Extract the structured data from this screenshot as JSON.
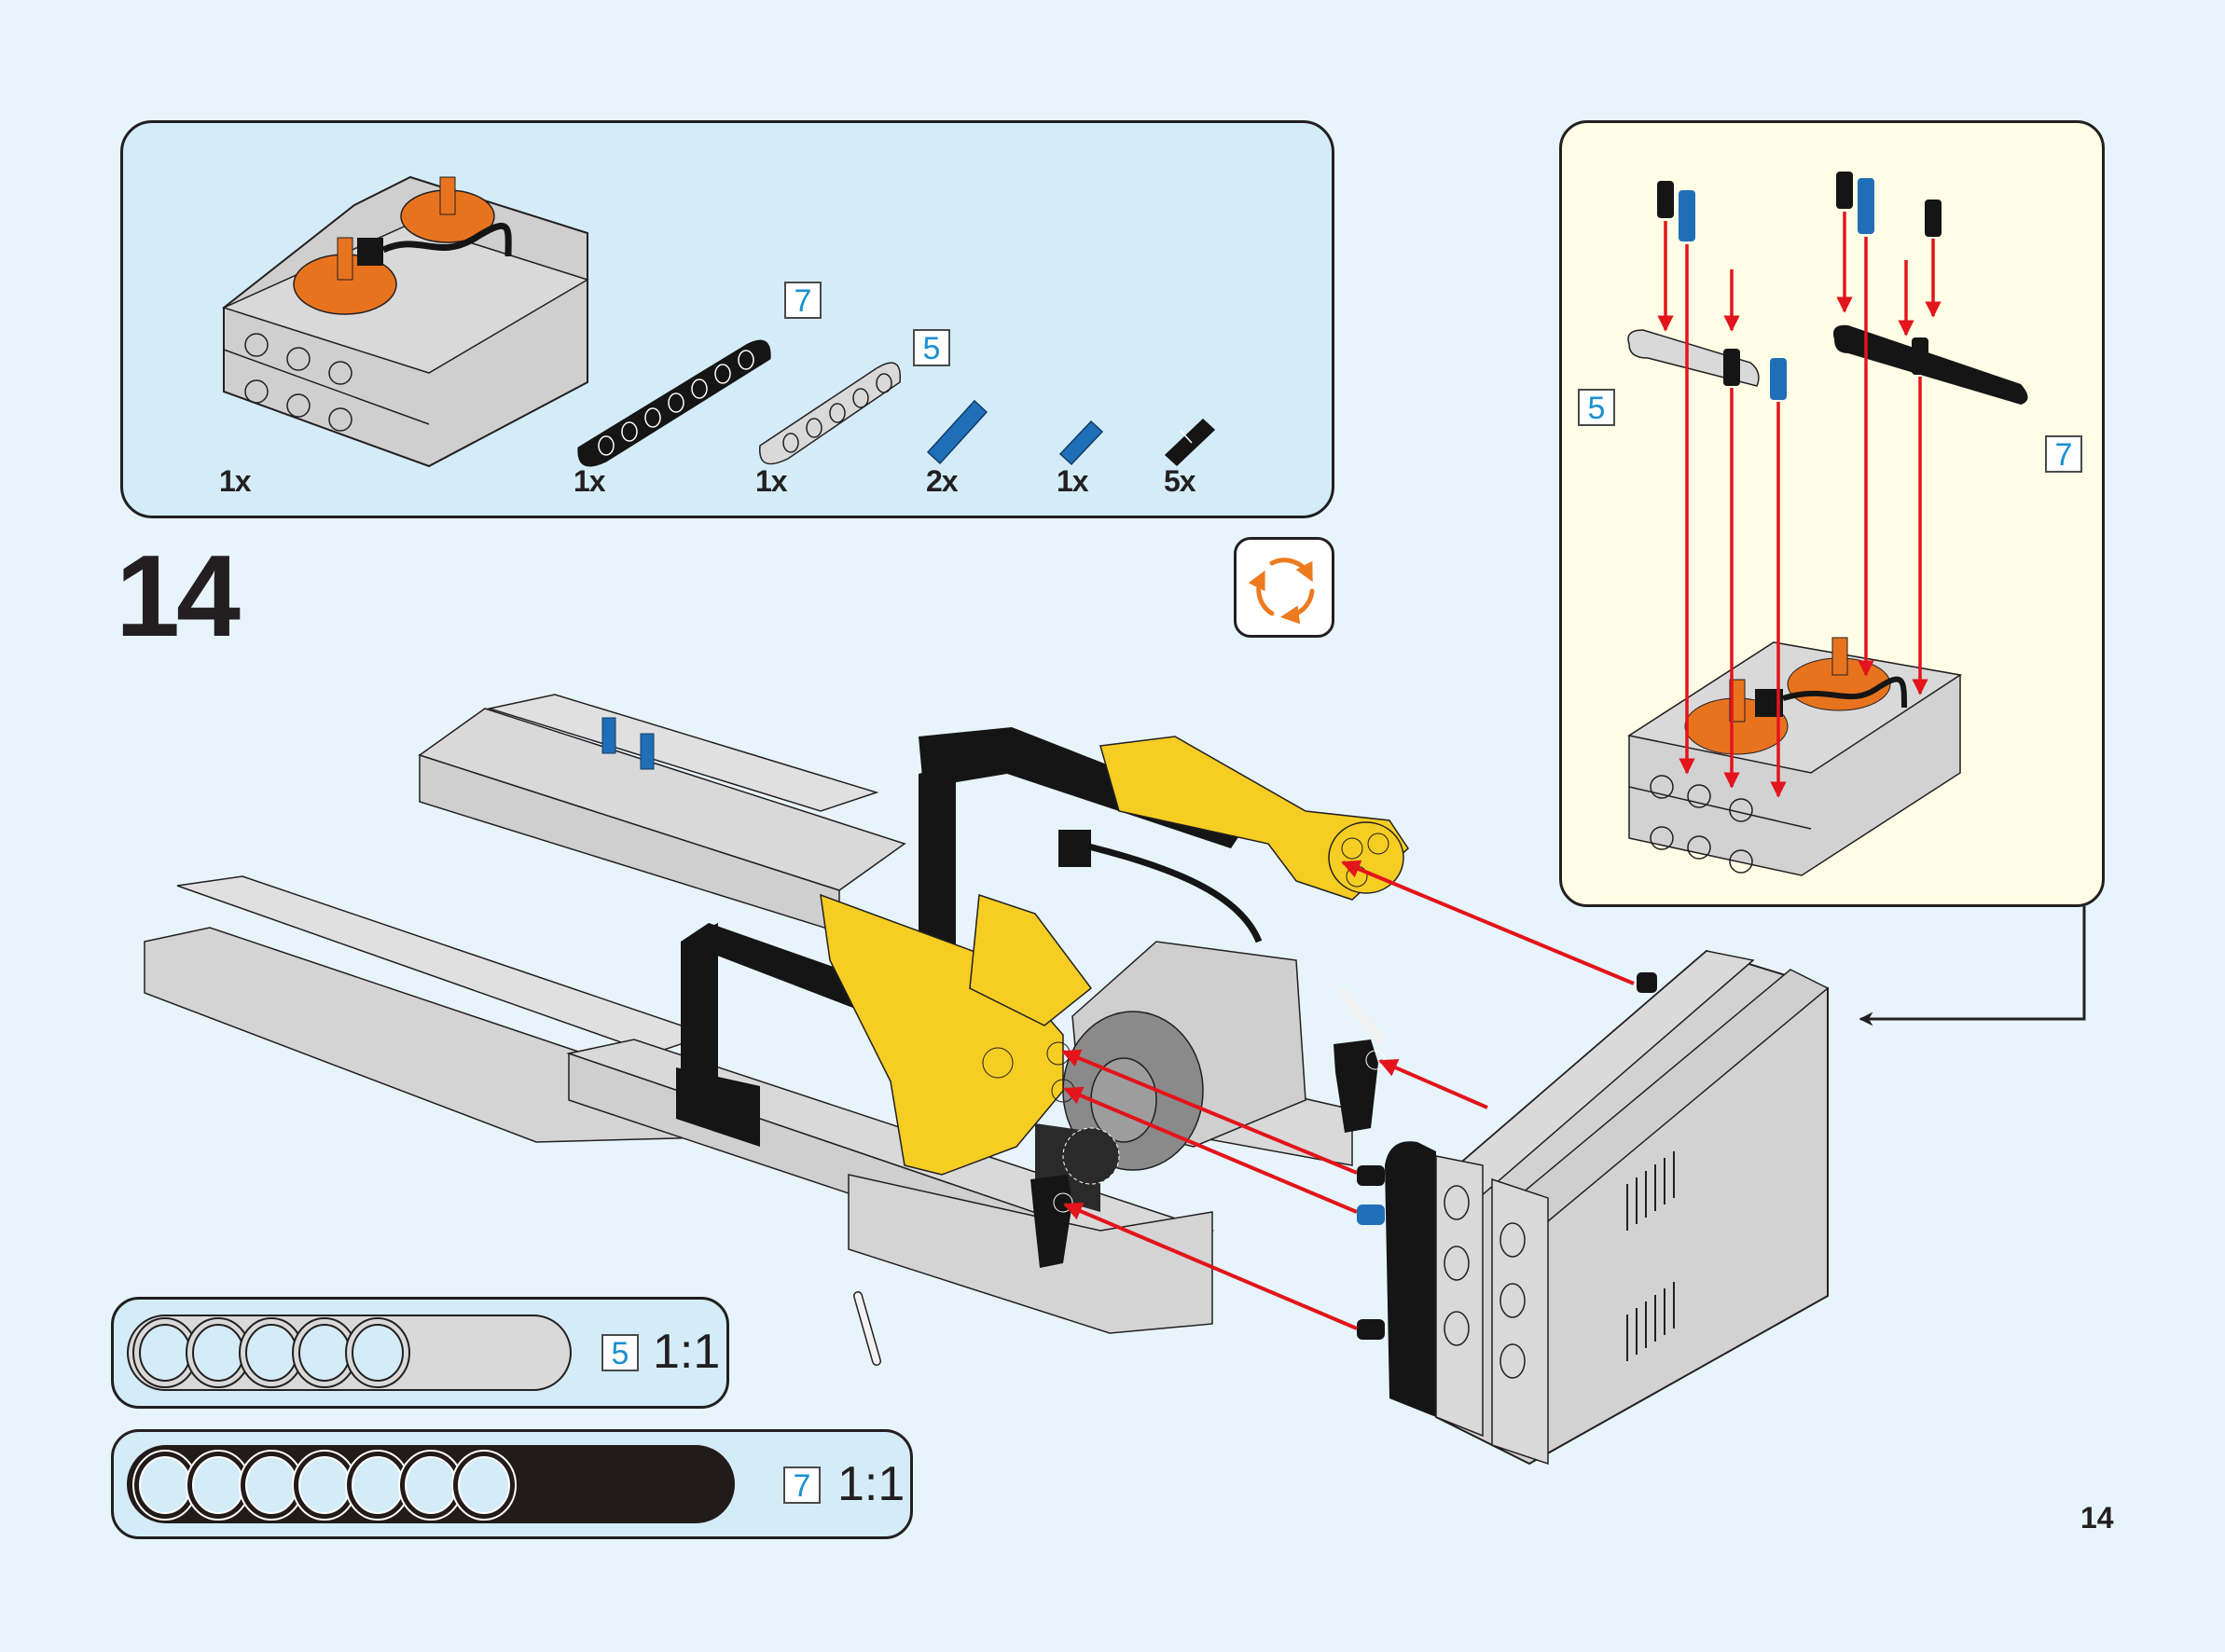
{
  "page": {
    "step_number": "14",
    "page_number": "14",
    "background_color": "#e7f4fc"
  },
  "parts_list": {
    "items": [
      {
        "name": "dual motor / receiver box",
        "quantity": "1x",
        "color": "light-gray"
      },
      {
        "name": "beam 7 (black)",
        "quantity": "1x",
        "badge": "7",
        "color": "black"
      },
      {
        "name": "beam 5 (light gray)",
        "quantity": "1x",
        "badge": "5",
        "color": "light-gray"
      },
      {
        "name": "axle pin with friction (blue, long)",
        "quantity": "2x",
        "color": "blue"
      },
      {
        "name": "pin 3/4 (blue)",
        "quantity": "1x",
        "color": "blue"
      },
      {
        "name": "friction pin (black)",
        "quantity": "5x",
        "color": "black"
      }
    ]
  },
  "rotate_icon": {
    "name": "rotate-model-icon",
    "color": "#ee7a1f"
  },
  "sub_assembly": {
    "badges": [
      "5",
      "7"
    ],
    "connector_arrow": "points-to-main-assembly"
  },
  "rulers": [
    {
      "badge": "5",
      "scale": "1:1",
      "holes": 5,
      "color": "light-gray"
    },
    {
      "badge": "7",
      "scale": "1:1",
      "holes": 7,
      "color": "black"
    }
  ],
  "colors": {
    "arrow_red": "#e3141b",
    "badge_text": "#1a90d0",
    "part_yellow": "#f5cd23",
    "part_blue": "#1f6fb8",
    "part_orange": "#e8731e",
    "part_gray": "#d4d4d4",
    "part_black": "#151515"
  }
}
